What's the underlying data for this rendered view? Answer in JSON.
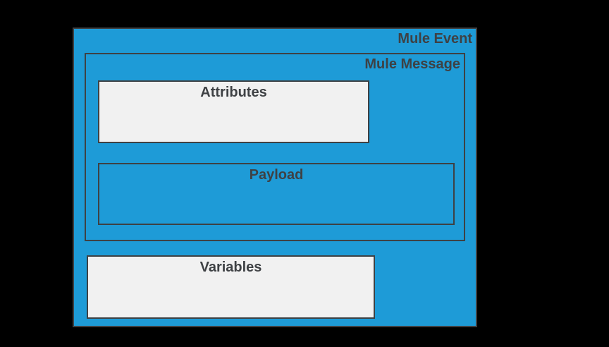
{
  "diagram": {
    "mule_event_label": "Mule Event",
    "mule_message_label": "Mule Message",
    "attributes_label": "Attributes",
    "payload_label": "Payload",
    "variables_label": "Variables",
    "colors": {
      "canvas_background": "#000000",
      "event_fill": "#1e9bd7",
      "panel_fill": "#f1f1f1",
      "border": "#3e4144",
      "text": "#3e4144"
    }
  }
}
